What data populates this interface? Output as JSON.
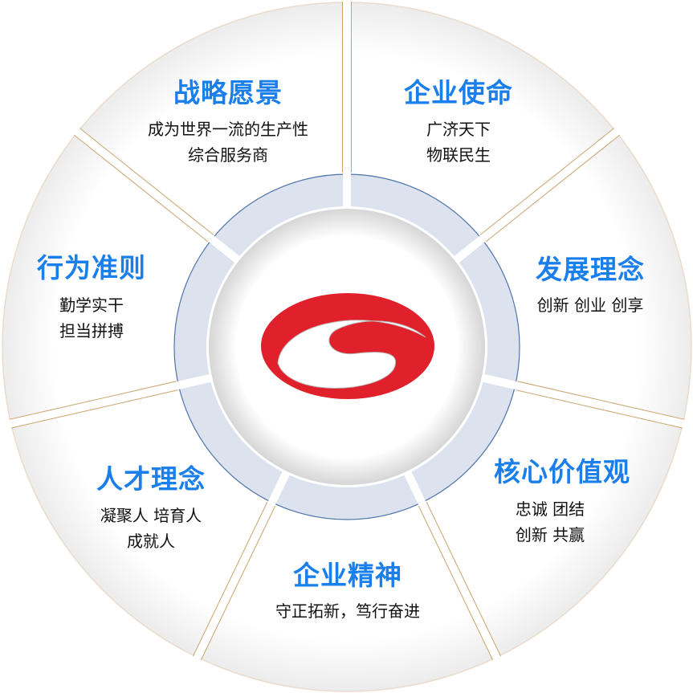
{
  "colors": {
    "title": "#1a7fea",
    "gold": "#c9a46e",
    "ring": "#dde3ee",
    "ring_edge": "#4f74a8",
    "logo_red": "#e0212b"
  },
  "segments": [
    {
      "title": "战略愿景",
      "lines": [
        "成为世界一流的生产性",
        "综合服务商"
      ]
    },
    {
      "title": "企业使命",
      "lines": [
        "广济天下",
        "物联民生"
      ]
    },
    {
      "title": "发展理念",
      "lines": [
        "创新 创业 创享"
      ]
    },
    {
      "title": "核心价值观",
      "lines": [
        "忠诚 团结",
        "创新 共赢"
      ]
    },
    {
      "title": "企业精神",
      "lines": [
        "守正拓新，笃行奋进"
      ]
    },
    {
      "title": "人才理念",
      "lines": [
        "凝聚人 培育人",
        "成就人"
      ]
    },
    {
      "title": "行为准则",
      "lines": [
        "勤学实干",
        "担当拼搏"
      ]
    }
  ]
}
